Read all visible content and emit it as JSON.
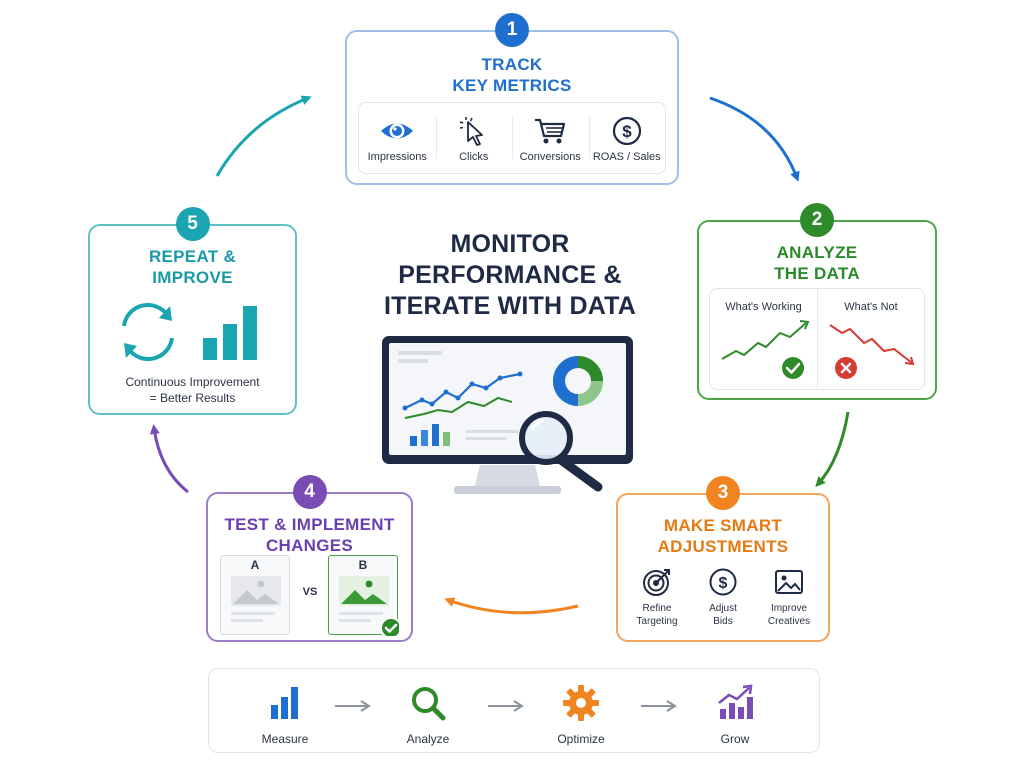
{
  "title": [
    "MONITOR",
    "PERFORMANCE &",
    "ITERATE WITH DATA"
  ],
  "steps": [
    {
      "number": "1",
      "title": [
        "TRACK",
        "KEY METRICS"
      ],
      "color": "#1e6fd0",
      "metrics": [
        {
          "icon": "eye-icon",
          "label": "Impressions"
        },
        {
          "icon": "cursor-click-icon",
          "label": "Clicks"
        },
        {
          "icon": "shopping-cart-icon",
          "label": "Conversions"
        },
        {
          "icon": "dollar-coin-icon",
          "label": "ROAS / Sales"
        }
      ]
    },
    {
      "number": "2",
      "title": [
        "ANALYZE",
        "THE DATA"
      ],
      "color": "#2f8a2a",
      "working_label": "What's Working",
      "not_label": "What's Not"
    },
    {
      "number": "3",
      "title": [
        "MAKE SMART",
        "ADJUSTMENTS"
      ],
      "color": "#ef8421",
      "actions": [
        {
          "icon": "target-icon",
          "label": [
            "Refine",
            "Targeting"
          ]
        },
        {
          "icon": "dollar-coin-icon",
          "label": [
            "Adjust",
            "Bids"
          ]
        },
        {
          "icon": "image-icon",
          "label": [
            "Improve",
            "Creatives"
          ]
        }
      ]
    },
    {
      "number": "4",
      "title": [
        "TEST & IMPLEMENT",
        "CHANGES"
      ],
      "color": "#7a4cb5",
      "variant_a": "A",
      "variant_b": "B",
      "vs": "VS"
    },
    {
      "number": "5",
      "title": [
        "REPEAT &",
        "IMPROVE"
      ],
      "color": "#1aa5b0",
      "caption": [
        "Continuous Improvement",
        "= Better Results"
      ]
    }
  ],
  "process": [
    {
      "icon": "bar-chart-icon",
      "label": "Measure"
    },
    {
      "icon": "magnifier-icon",
      "label": "Analyze"
    },
    {
      "icon": "gear-icon",
      "label": "Optimize"
    },
    {
      "icon": "growth-chart-icon",
      "label": "Grow"
    }
  ]
}
